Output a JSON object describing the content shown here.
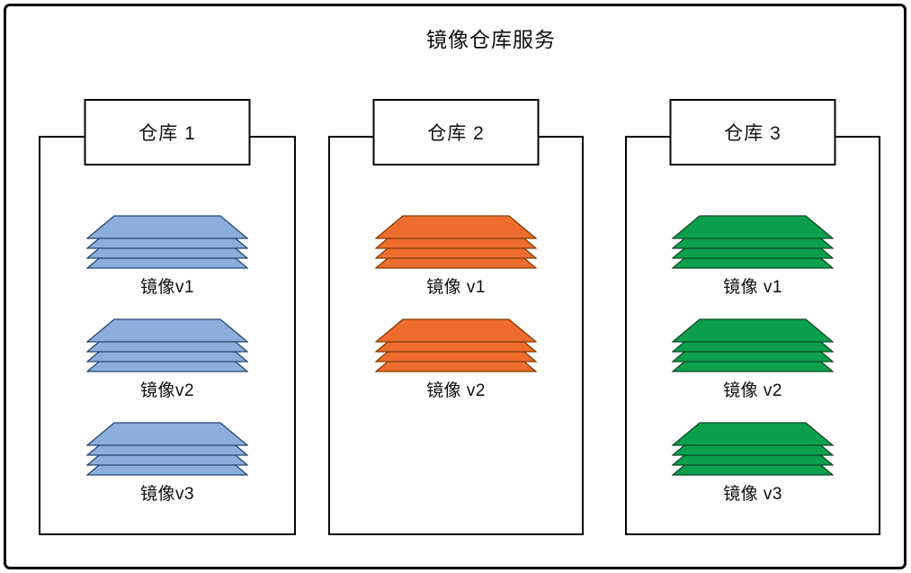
{
  "title": "镜像仓库服务",
  "layers_per_stack": 4,
  "repos": [
    {
      "label": "仓库 1",
      "fill": "#8BAEDD",
      "stroke": "#24466F",
      "images": [
        "镜像v1",
        "镜像v2",
        "镜像v3"
      ]
    },
    {
      "label": "仓库 2",
      "fill": "#ED6C2E",
      "stroke": "#833C00",
      "images": [
        "镜像 v1",
        "镜像 v2"
      ]
    },
    {
      "label": "仓库 3",
      "fill": "#0CA04E",
      "stroke": "#0D4A22",
      "images": [
        "镜像 v1",
        "镜像 v2",
        "镜像 v3"
      ]
    }
  ]
}
